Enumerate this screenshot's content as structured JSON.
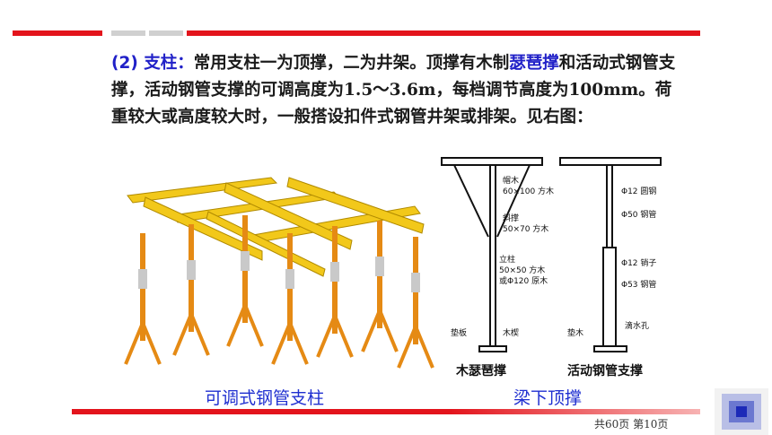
{
  "slide": {
    "label": "(2) 支柱：",
    "text_1": "常用支柱一为顶撑，二为井架。顶撑有木制",
    "highlight": "瑟琶撑",
    "text_2": "和活动式钢管支撑，活动钢管支撑的可调高度为1.5～3.6m，每档调节高度为100mm。荷重较大或高度较大时，一般搭设扣件式钢管井架或排架。见右图：",
    "caption_left": "可调式钢管支柱",
    "caption_right": "梁下顶撑",
    "footer": "共60页  第10页"
  },
  "figure": {
    "labels": {
      "cap_wood": "帽木",
      "cap_wood_size": "60×100 方木",
      "brace": "斜撑",
      "brace_size": "50×70 方木",
      "post": "立柱",
      "post_size": "50×50 方木",
      "post_alt": "或Φ120 原木",
      "pad": "垫板",
      "wedge": "木楔",
      "title_wood": "木瑟琶撑",
      "rebar": "Φ12 圆钢",
      "pipe50": "Φ50 钢管",
      "pin": "Φ12 销子",
      "pipe53": "Φ53 钢管",
      "pad2": "垫木",
      "drain": "滴水孔",
      "title_steel": "活动钢管支撑"
    }
  },
  "colors": {
    "red": "#e3141c",
    "blue_text": "#2121c8",
    "caption_blue": "#1f2fd0",
    "yellow_beam": "#f2c81a",
    "orange_post": "#e58a14"
  }
}
